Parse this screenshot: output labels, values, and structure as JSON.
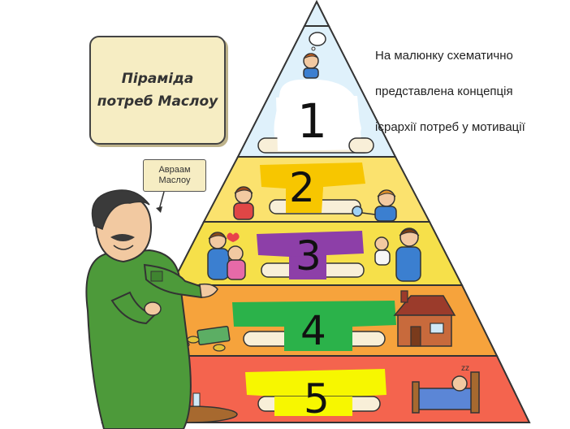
{
  "caption": {
    "line1": "На малюнку схематично",
    "line2": "представлена  концепція",
    "line3": "ієрархії потреб у мотивації"
  },
  "title_card": {
    "line1": "Піраміда",
    "line2": "потреб Маслоу"
  },
  "name_card": {
    "line1": "Авраам",
    "line2": "Маслоу"
  },
  "levels": [
    {
      "number": "1",
      "band_color": "#ffffff",
      "highlight": "#ffffff"
    },
    {
      "number": "2",
      "band_color": "#fbe26e",
      "highlight": "#f7c600"
    },
    {
      "number": "3",
      "band_color": "#f6e04a",
      "highlight": "#8d3fa8"
    },
    {
      "number": "4",
      "band_color": "#f6a33c",
      "highlight": "#2bb24a"
    },
    {
      "number": "5",
      "band_color": "#f4644e",
      "highlight": "#f7f700"
    }
  ],
  "colors": {
    "outline": "#333333",
    "shirt": "#4d9a3a",
    "sky_band": "#dff1fb"
  },
  "icons": {
    "top_cloud": "thought-cloud-icon",
    "money": "money-icon",
    "house": "house-icon",
    "bed": "bed-icon"
  }
}
